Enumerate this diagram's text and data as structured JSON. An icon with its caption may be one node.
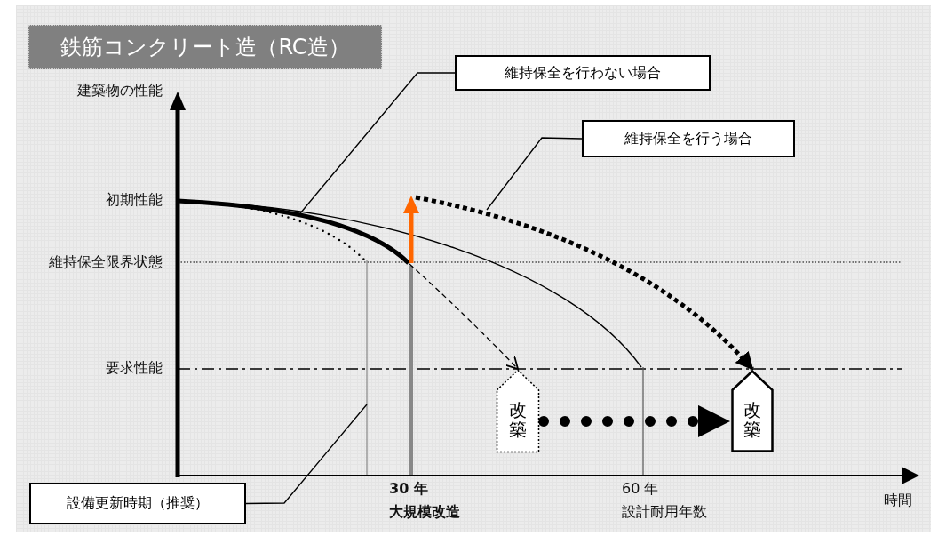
{
  "diagram": {
    "title": "鉄筋コンクリート造（RC造）",
    "nodes": [
      {
        "text": [
          "維持保全を行わない場合"
        ]
      },
      {
        "text": [
          "維持保全を行う場合"
        ]
      },
      {
        "text": [
          "設備更新時期（推奨）"
        ]
      },
      {
        "text": [
          "改築"
        ]
      },
      {
        "text": [
          "改築"
        ]
      },
      {
        "text": [],
        "shape": "curve"
      },
      {
        "text": [],
        "shape": "line"
      }
    ],
    "edges": [
      {
        "from": 0,
        "to": 5,
        "arrow": "none"
      },
      {
        "from": 1,
        "to": null,
        "arrow": "none"
      },
      {
        "from": 2,
        "to": 6,
        "arrow": "none"
      },
      {
        "from": 5,
        "to": 3,
        "arrow": "to",
        "style": "dashed"
      },
      {
        "from": 5,
        "to": 4,
        "arrow": "to",
        "style": "dashed"
      },
      {
        "from": 3,
        "to": 4,
        "arrow": "to",
        "style": "dashed"
      }
    ],
    "labels": [
      "建築物の性能",
      "初期性能",
      "維持保全限界状態",
      "要求性能",
      "30 年",
      "大規模改造",
      "60 年",
      "設計耐用年数",
      "時間"
    ]
  }
}
